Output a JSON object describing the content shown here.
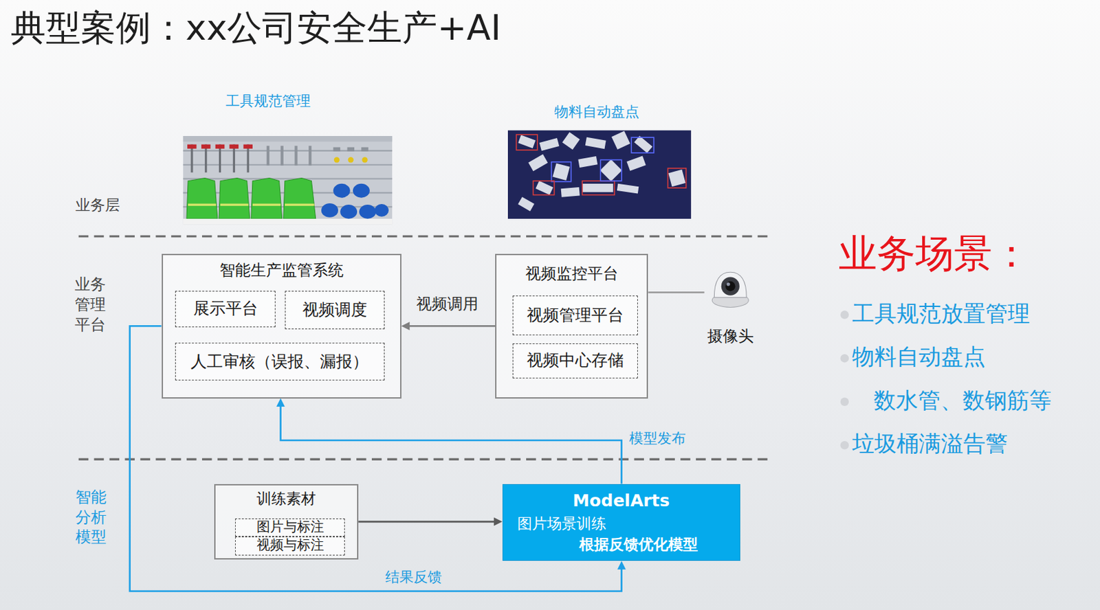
{
  "diagram": {
    "title": "典型案例：xx公司安全生产+AI",
    "nodes": [
      {
        "text": [
          "智能生产监管系统"
        ]
      },
      {
        "text": [
          "展示平台"
        ],
        "in": 0
      },
      {
        "text": [
          "视频调度"
        ],
        "in": 0
      },
      {
        "text": [
          "人工审核（误报、漏报）"
        ],
        "in": 0
      },
      {
        "text": [
          "视频监控平台"
        ]
      },
      {
        "text": [
          "视频管理平台"
        ],
        "in": 4
      },
      {
        "text": [
          "视频中心存储"
        ],
        "in": 4
      },
      {
        "text": [
          "摄像头"
        ]
      },
      {
        "text": [
          "训练素材"
        ]
      },
      {
        "text": [
          "图片与标注"
        ],
        "in": 8
      },
      {
        "text": [
          "视频与标注"
        ],
        "in": 8
      },
      {
        "text": [
          "ModelArts",
          "图片场景训练",
          "根据反馈优化模型"
        ]
      }
    ],
    "edges": [
      {
        "from": 4,
        "to": 0,
        "label": "视频调用",
        "arrow": "to"
      },
      {
        "from": 8,
        "to": 11,
        "arrow": "to"
      },
      {
        "from": 11,
        "to": 0,
        "label": "模型发布",
        "arrow": "to"
      },
      {
        "from": 0,
        "to": 11,
        "label": "结果反馈",
        "arrow": "to"
      },
      {
        "from": 4,
        "to": 7,
        "arrow": "none"
      }
    ],
    "labels": [
      "工具规范管理",
      "物料自动盘点",
      "业务层",
      "业务管理平台",
      "智能分析模型",
      "业务场景：",
      "工具规范放置管理",
      "物料自动盘点",
      "数水管、数钢筋等",
      "垃圾桶满溢告警"
    ]
  }
}
